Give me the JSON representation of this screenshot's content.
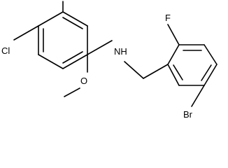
{
  "molecule": {
    "atoms": {
      "cl": "Cl",
      "nh": "NH",
      "f": "F",
      "br": "Br",
      "o": "O"
    },
    "colors": {
      "bond": "#000000",
      "label": "#000000",
      "background": "#ffffff"
    }
  }
}
